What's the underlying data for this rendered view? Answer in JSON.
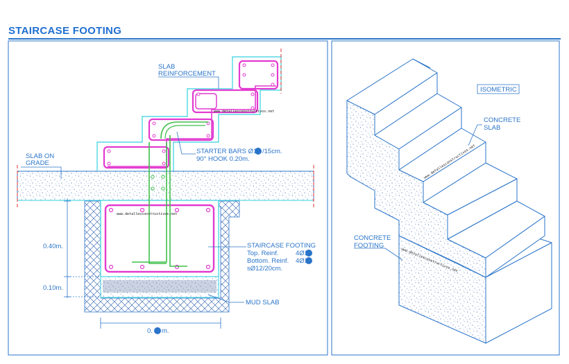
{
  "title": "STAIRCASE FOOTING",
  "labels": {
    "slab_reinforcement_1": "SLAB",
    "slab_reinforcement_2": "REINFORCEMENT",
    "slab_on_grade_1": "SLAB ON",
    "slab_on_grade_2": "GRADE",
    "starter_bars_1": "STARTER BARS Ø1",
    "starter_bars_1b": "/15cm.",
    "starter_bars_2": "90° HOOK 0.20m.",
    "footing_title": "STAIRCASE FOOTING",
    "top_reinf": "Top. Reinf.",
    "top_reinf_val": "4Ø1",
    "bottom_reinf": "Bottom. Reinf.",
    "bottom_reinf_val": "4Ø1",
    "bottom_reinf_2": "sØ12/20cm.",
    "mud_slab": "MUD SLAB",
    "dim_depth": "0.40m.",
    "dim_mud": "0.10m.",
    "dim_width": "0.",
    "dim_width_b": "m.",
    "isometric": "ISOMETRIC",
    "concrete_slab_1": "CONCRETE",
    "concrete_slab_2": "SLAB",
    "concrete_footing_1": "CONCRETE",
    "concrete_footing_2": "FOOTING"
  },
  "watermarks": {
    "section_1": "www.detallesconstructivos.net",
    "section_2": "www.detallesconstructivos.net",
    "iso_1": "www.detallesconstructivos.net",
    "iso_2": "www.detallesconstructivos.net"
  },
  "colors": {
    "title": "#1f6fd1",
    "outline": "#2a74c9",
    "rebar": "#e23ad0",
    "starter": "#3fbf4a",
    "cyan": "#33d1e0",
    "axis": "#e03030"
  }
}
